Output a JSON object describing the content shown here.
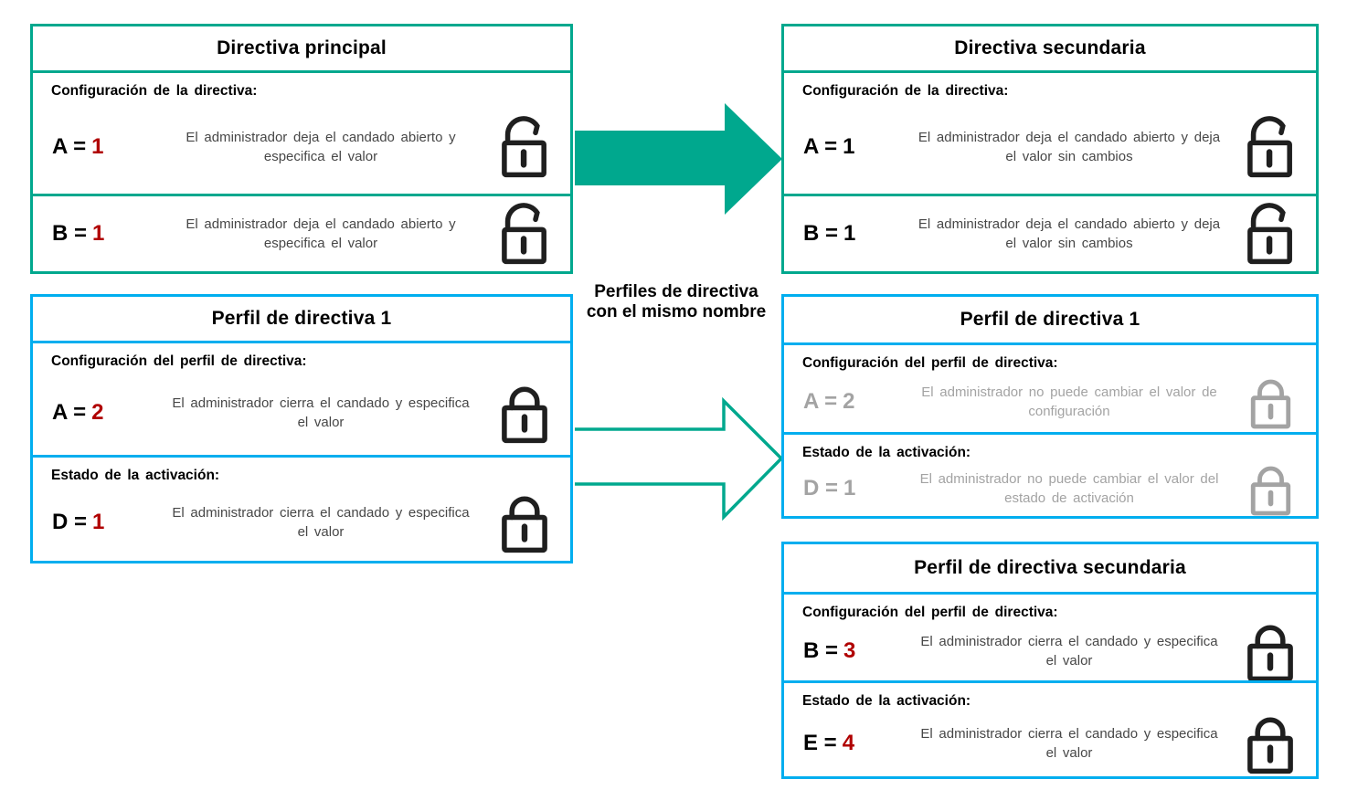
{
  "colors": {
    "teal": "#00A88E",
    "blue": "#00AEEF",
    "red": "#B00000",
    "gray": "#A3A3A3",
    "ink": "#1F1F1F",
    "text": "#474747"
  },
  "connector_label": "Perfiles de directiva\ncon el mismo nombre",
  "boxes": [
    {
      "title": "Directiva principal",
      "rows": [
        {
          "header": "Configuración de la directiva:",
          "label": "A =",
          "value": "1",
          "desc": "El administrador deja el candado abierto y especifica el valor",
          "lock": "open-lock"
        },
        {
          "label": "B =",
          "value": "1",
          "desc": "El administrador deja el candado abierto y especifica el valor",
          "lock": "open-lock"
        }
      ]
    },
    {
      "title": "Directiva secundaria",
      "rows": [
        {
          "header": "Configuración de la directiva:",
          "label": "A =",
          "value": "1",
          "desc": "El administrador deja el candado abierto y deja el valor sin cambios",
          "lock": "open-lock"
        },
        {
          "label": "B =",
          "value": "1",
          "desc": "El administrador deja el candado abierto y deja el valor sin cambios",
          "lock": "open-lock"
        }
      ]
    },
    {
      "title": "Perfil de directiva 1",
      "rows": [
        {
          "header": "Configuración del perfil de directiva:",
          "label": "A =",
          "value": "2",
          "desc": "El administrador cierra el candado y especifica el valor",
          "lock": "closed-lock"
        },
        {
          "header": "Estado de la activación:",
          "label": "D =",
          "value": "1",
          "desc": "El administrador cierra el candado y especifica el valor",
          "lock": "closed-lock"
        }
      ]
    },
    {
      "title": "Perfil de directiva 1",
      "rows": [
        {
          "header": "Configuración del perfil de directiva:",
          "label": "A =",
          "value": "2",
          "desc": "El administrador no puede cambiar el valor de configuración",
          "lock": "closed-lock"
        },
        {
          "header": "Estado de la activación:",
          "label": "D =",
          "value": "1",
          "desc": "El administrador no puede cambiar el valor del estado de activación",
          "lock": "closed-lock"
        }
      ]
    },
    {
      "title": "Perfil de directiva secundaria",
      "rows": [
        {
          "header": "Configuración del perfil de directiva:",
          "label": "B =",
          "value": "3",
          "desc": "El administrador cierra el candado y especifica el valor",
          "lock": "closed-lock"
        },
        {
          "header": "Estado de la activación:",
          "label": "E =",
          "value": "4",
          "desc": "El administrador cierra el candado y especifica el valor",
          "lock": "closed-lock"
        }
      ]
    }
  ]
}
